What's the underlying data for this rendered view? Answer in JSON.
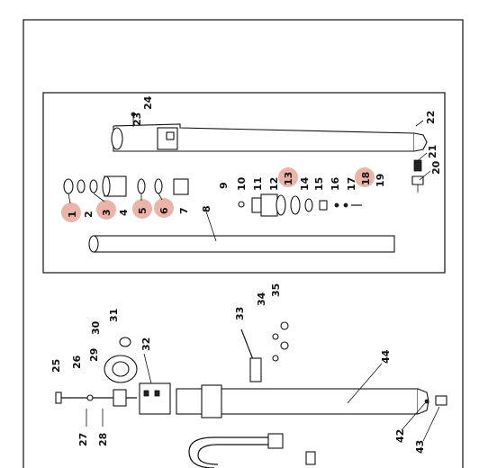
{
  "diagram": {
    "highlight_color": "#e8a79a",
    "line_color": "#111111",
    "background": "#ffffff",
    "labels": {
      "p1": "1",
      "p2": "2",
      "p3": "3",
      "p4": "4",
      "p5": "5",
      "p6": "6",
      "p7": "7",
      "p8": "8",
      "p9": "9",
      "p10": "10",
      "p11": "11",
      "p12": "12",
      "p13": "13",
      "p14": "14",
      "p15": "15",
      "p16": "16",
      "p17": "17",
      "p18": "18",
      "p19": "19",
      "p20": "20",
      "p21": "21",
      "p22": "22",
      "p23": "23",
      "p24": "24",
      "p25": "25",
      "p26": "26",
      "p27": "27",
      "p28": "28",
      "p29": "29",
      "p30": "30",
      "p31": "31",
      "p32": "32",
      "p33": "33",
      "p34": "34",
      "p35": "35",
      "p42": "42",
      "p43": "43",
      "p44": "44"
    },
    "highlighted_parts": [
      "1",
      "3",
      "5",
      "6",
      "13",
      "18"
    ]
  }
}
